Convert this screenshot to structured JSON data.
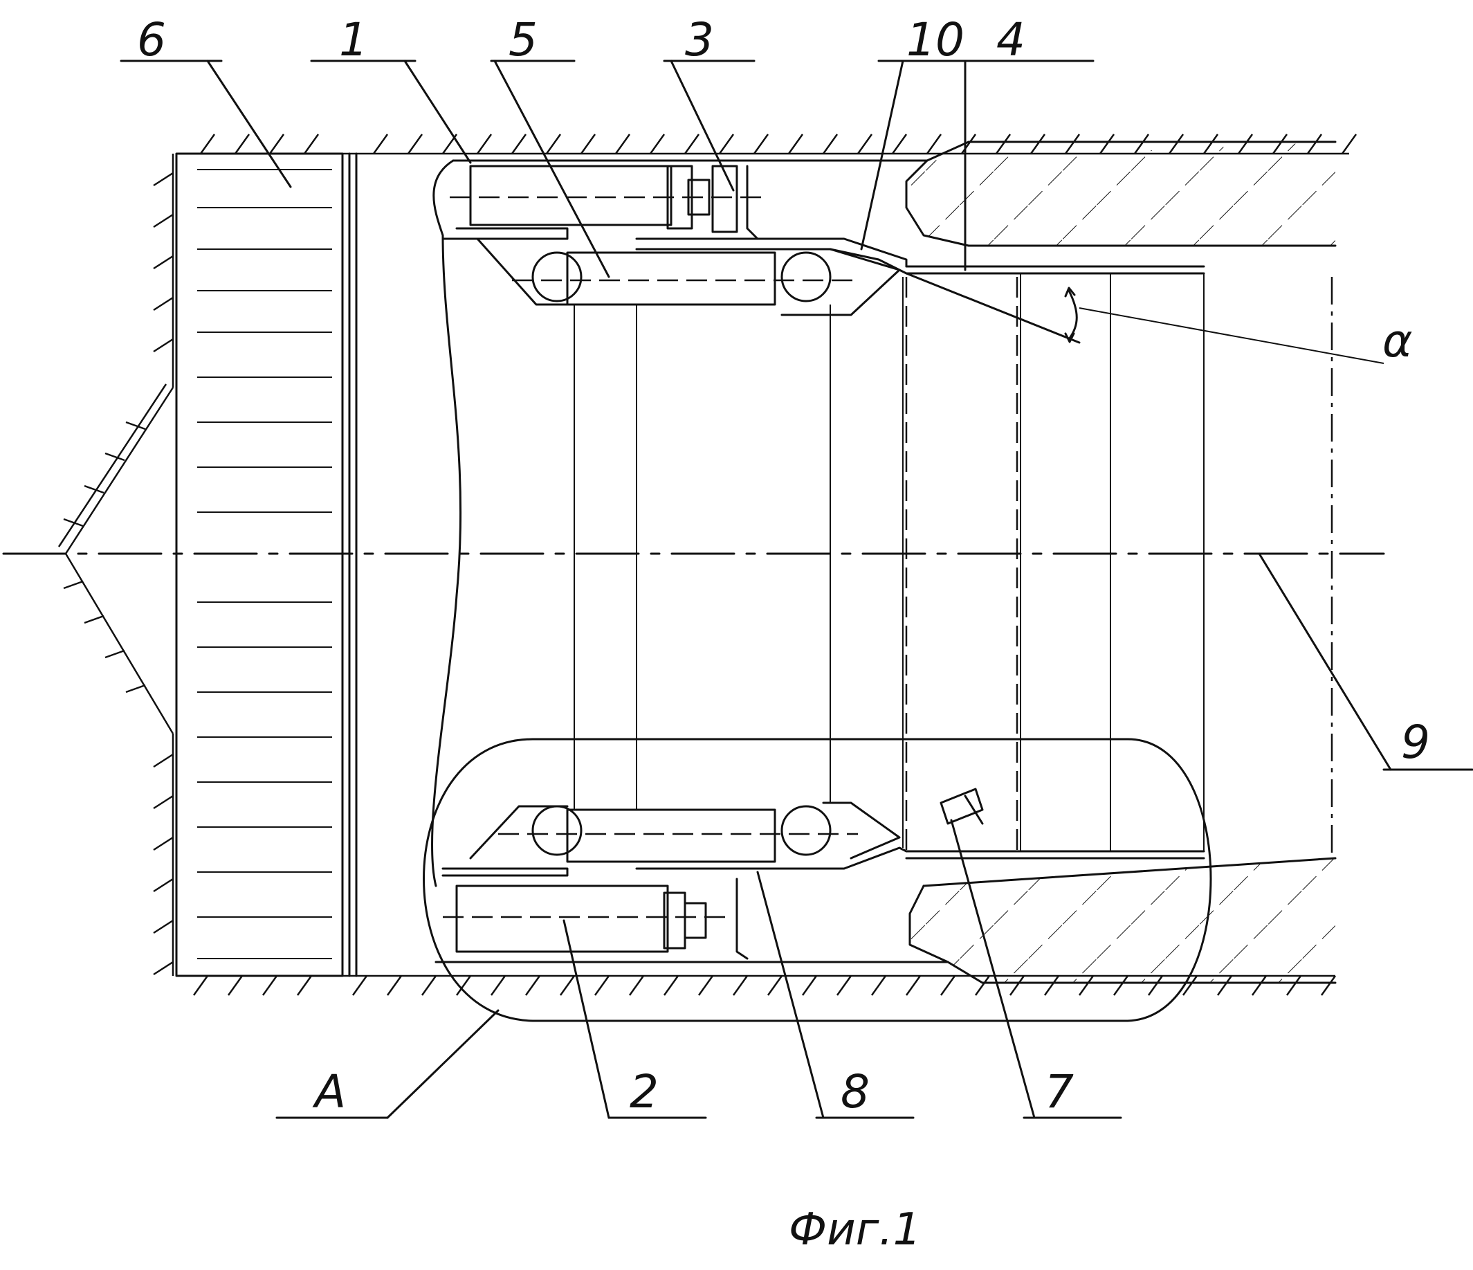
{
  "callouts": {
    "c1": "1",
    "c2": "2",
    "c3": "3",
    "c4": "4",
    "c5": "5",
    "c6": "6",
    "c7": "7",
    "c8": "8",
    "c9": "9",
    "c10": "10",
    "cA": "A",
    "alpha": "α"
  },
  "caption": "Фиг.1"
}
